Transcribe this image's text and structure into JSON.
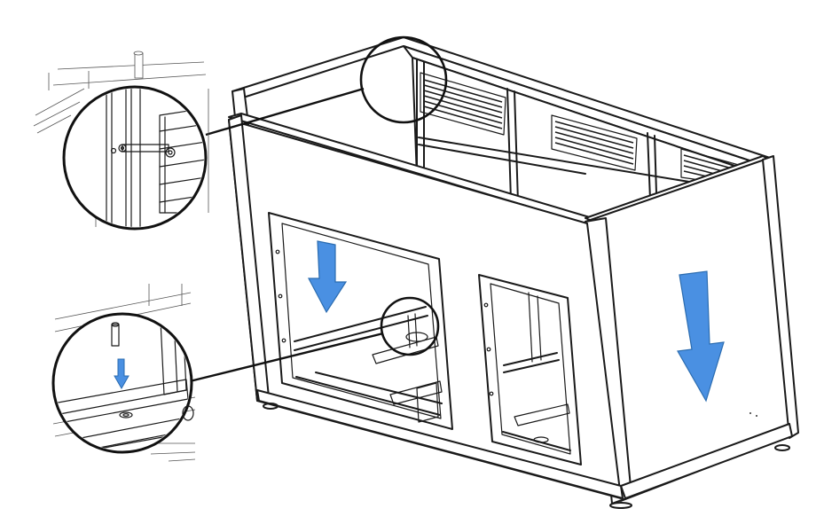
{
  "diagram": {
    "colors": {
      "arrow_fill": "#4a90e2",
      "arrow_stroke": "#2b6cb0",
      "line": "#1a1a1a",
      "background": "#ffffff"
    },
    "arrows": [
      {
        "name": "front-left-opening-down",
        "direction": "down"
      },
      {
        "name": "right-side-panel-down",
        "direction": "down"
      },
      {
        "name": "detail-bottom-down",
        "direction": "down"
      }
    ],
    "details": [
      {
        "name": "top-corner-pin-detail"
      },
      {
        "name": "bottom-rail-slot-detail"
      }
    ]
  }
}
